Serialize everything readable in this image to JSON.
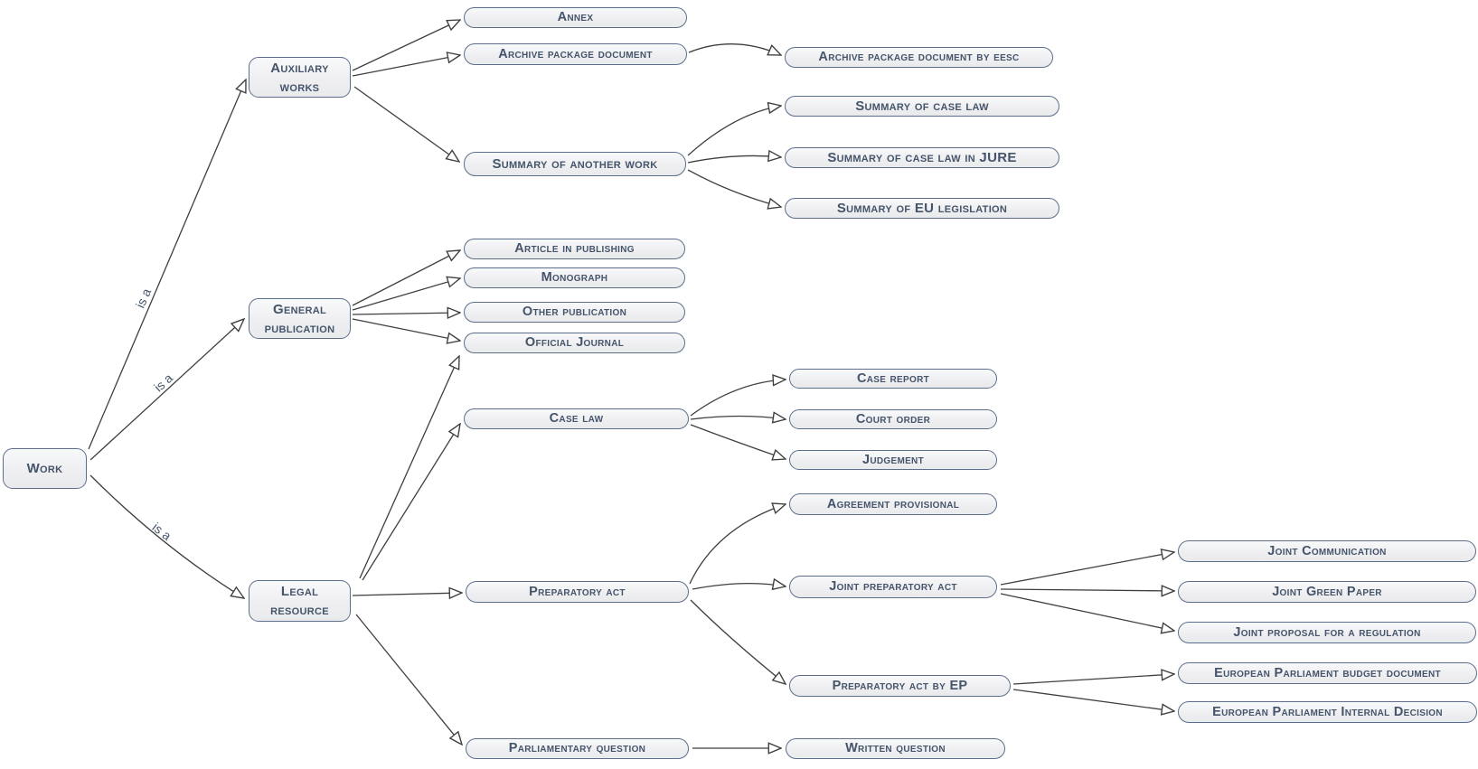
{
  "diagram": {
    "edge_label": "is a",
    "nodes": {
      "work": "Work",
      "auxiliary_works": "Auxiliary works",
      "general_publication": "General publication",
      "legal_resource": "Legal resource",
      "annex": "Annex",
      "archive_package_document": "Archive package document",
      "summary_of_another_work": "Summary of another work",
      "article_in_publishing": "Article in publishing",
      "monograph": "Monograph",
      "other_publication": "Other publication",
      "official_journal": "Official Journal",
      "case_law": "Case law",
      "preparatory_act": "Preparatory act",
      "parliamentary_question": "Parliamentary question",
      "archive_package_document_by_eesc": "Archive package document by eesc",
      "summary_of_case_law": "Summary of case law",
      "summary_of_case_law_in_jure": "Summary of case law in JURE",
      "summary_of_eu_legislation": "Summary of EU legislation",
      "case_report": "Case report",
      "court_order": "Court order",
      "judgement": "Judgement",
      "agreement_provisional": "Agreement provisional",
      "joint_preparatory_act": "Joint preparatory act",
      "preparatory_act_by_ep": "Preparatory act by EP",
      "written_question": "Written question",
      "joint_communication": "Joint Communication",
      "joint_green_paper": "Joint Green Paper",
      "joint_proposal_for_a_regulation": "Joint proposal for a regulation",
      "european_parliament_budget_document": "European Parliament budget document",
      "european_parliament_internal_decision": "European Parliament Internal Decision"
    },
    "edges": [
      {
        "from": "work",
        "to": "auxiliary_works",
        "label": "is a"
      },
      {
        "from": "work",
        "to": "general_publication",
        "label": "is a"
      },
      {
        "from": "work",
        "to": "legal_resource",
        "label": "is a"
      },
      {
        "from": "auxiliary_works",
        "to": "annex",
        "label": ""
      },
      {
        "from": "auxiliary_works",
        "to": "archive_package_document",
        "label": ""
      },
      {
        "from": "auxiliary_works",
        "to": "summary_of_another_work",
        "label": ""
      },
      {
        "from": "archive_package_document",
        "to": "archive_package_document_by_eesc",
        "label": ""
      },
      {
        "from": "summary_of_another_work",
        "to": "summary_of_case_law",
        "label": ""
      },
      {
        "from": "summary_of_another_work",
        "to": "summary_of_case_law_in_jure",
        "label": ""
      },
      {
        "from": "summary_of_another_work",
        "to": "summary_of_eu_legislation",
        "label": ""
      },
      {
        "from": "general_publication",
        "to": "article_in_publishing",
        "label": ""
      },
      {
        "from": "general_publication",
        "to": "monograph",
        "label": ""
      },
      {
        "from": "general_publication",
        "to": "other_publication",
        "label": ""
      },
      {
        "from": "general_publication",
        "to": "official_journal",
        "label": ""
      },
      {
        "from": "legal_resource",
        "to": "official_journal",
        "label": ""
      },
      {
        "from": "legal_resource",
        "to": "case_law",
        "label": ""
      },
      {
        "from": "legal_resource",
        "to": "preparatory_act",
        "label": ""
      },
      {
        "from": "legal_resource",
        "to": "parliamentary_question",
        "label": ""
      },
      {
        "from": "case_law",
        "to": "case_report",
        "label": ""
      },
      {
        "from": "case_law",
        "to": "court_order",
        "label": ""
      },
      {
        "from": "case_law",
        "to": "judgement",
        "label": ""
      },
      {
        "from": "preparatory_act",
        "to": "agreement_provisional",
        "label": ""
      },
      {
        "from": "preparatory_act",
        "to": "joint_preparatory_act",
        "label": ""
      },
      {
        "from": "preparatory_act",
        "to": "preparatory_act_by_ep",
        "label": ""
      },
      {
        "from": "joint_preparatory_act",
        "to": "joint_communication",
        "label": ""
      },
      {
        "from": "joint_preparatory_act",
        "to": "joint_green_paper",
        "label": ""
      },
      {
        "from": "joint_preparatory_act",
        "to": "joint_proposal_for_a_regulation",
        "label": ""
      },
      {
        "from": "preparatory_act_by_ep",
        "to": "european_parliament_budget_document",
        "label": ""
      },
      {
        "from": "preparatory_act_by_ep",
        "to": "european_parliament_internal_decision",
        "label": ""
      },
      {
        "from": "parliamentary_question",
        "to": "written_question",
        "label": ""
      }
    ],
    "colors": {
      "node_border": "#5d6e8c",
      "node_fill": "#efeff1",
      "text": "#44546a",
      "edge": "#3f3f3f"
    }
  }
}
